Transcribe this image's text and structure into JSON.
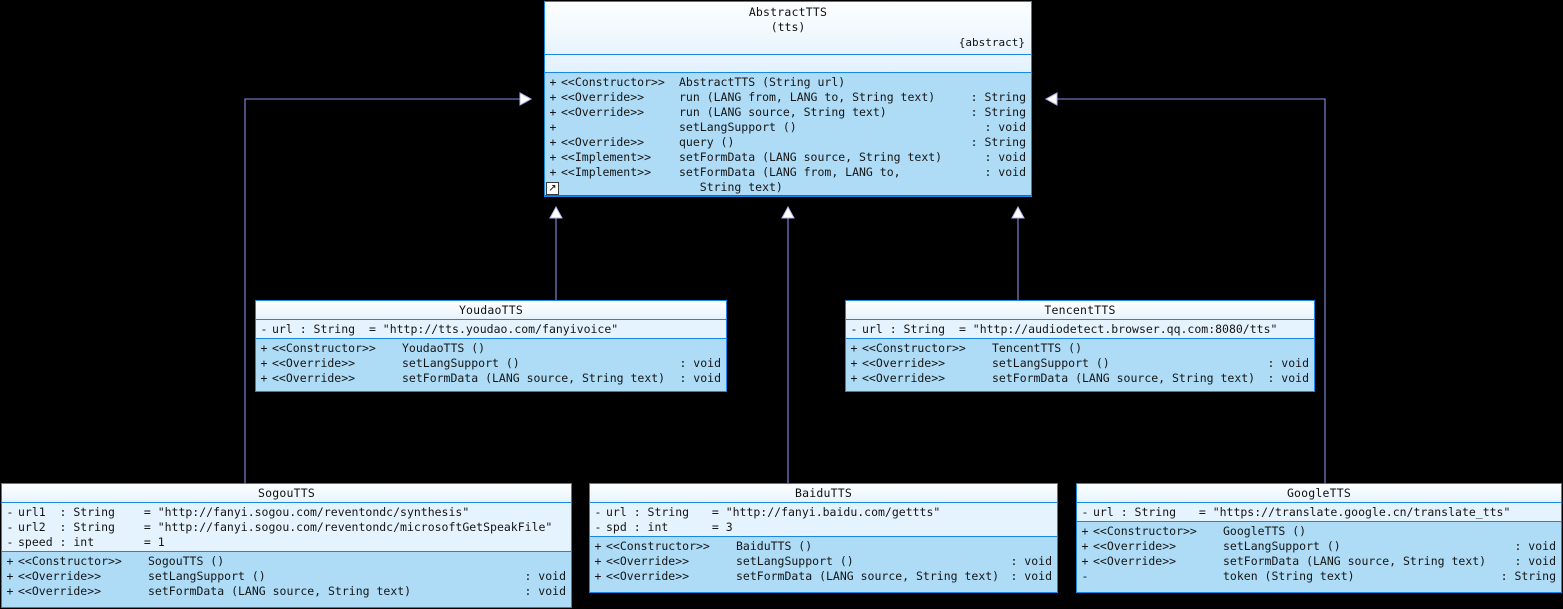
{
  "diagram": {
    "title": "AbstractTTS class hierarchy",
    "colors": {
      "background": "#000000",
      "border": "#1a87e8",
      "header_fill": "#f2f9fe",
      "attr_fill": "#e4f3fd",
      "op_fill": "#aedcf6",
      "edge": "#7a7ae0"
    }
  },
  "classes": {
    "abstract_tts": {
      "name": "AbstractTTS",
      "package": "(tts)",
      "stereotype": "{abstract}",
      "expand_icon": "expand-arrow-icon",
      "attributes": [],
      "operations": [
        {
          "vis": "+",
          "stereo": "<<Constructor>>",
          "sig": "AbstractTTS (String url)",
          "ret": ""
        },
        {
          "vis": "+",
          "stereo": "<<Override>>",
          "sig": "run (LANG from, LANG to, String text)",
          "ret": ": String"
        },
        {
          "vis": "+",
          "stereo": "<<Override>>",
          "sig": "run (LANG source, String text)",
          "ret": ": String"
        },
        {
          "vis": "+",
          "stereo": "",
          "sig": "setLangSupport ()",
          "ret": ": void"
        },
        {
          "vis": "+",
          "stereo": "<<Override>>",
          "sig": "query ()",
          "ret": ": String"
        },
        {
          "vis": "+",
          "stereo": "<<Implement>>",
          "sig": "setFormData (LANG source, String text)",
          "ret": ": void"
        },
        {
          "vis": "+",
          "stereo": "<<Implement>>",
          "sig": "setFormData (LANG from, LANG to,",
          "ret": ": void"
        },
        {
          "vis": "",
          "stereo": "",
          "sig": "   String text)",
          "ret": "",
          "continuation": true
        }
      ]
    },
    "youdao_tts": {
      "name": "YoudaoTTS",
      "attributes": [
        {
          "vis": "-",
          "sig": "url : String",
          "value": "= \"http://tts.youdao.com/fanyivoice\""
        }
      ],
      "operations": [
        {
          "vis": "+",
          "stereo": "<<Constructor>>",
          "sig": "YoudaoTTS ()",
          "ret": ""
        },
        {
          "vis": "+",
          "stereo": "<<Override>>",
          "sig": "setLangSupport ()",
          "ret": ": void"
        },
        {
          "vis": "+",
          "stereo": "<<Override>>",
          "sig": "setFormData (LANG source, String text)",
          "ret": ": void"
        }
      ]
    },
    "tencent_tts": {
      "name": "TencentTTS",
      "attributes": [
        {
          "vis": "-",
          "sig": "url : String",
          "value": "= \"http://audiodetect.browser.qq.com:8080/tts\""
        }
      ],
      "operations": [
        {
          "vis": "+",
          "stereo": "<<Constructor>>",
          "sig": "TencentTTS ()",
          "ret": ""
        },
        {
          "vis": "+",
          "stereo": "<<Override>>",
          "sig": "setLangSupport ()",
          "ret": ": void"
        },
        {
          "vis": "+",
          "stereo": "<<Override>>",
          "sig": "setFormData (LANG source, String text)",
          "ret": ": void"
        }
      ]
    },
    "sogou_tts": {
      "name": "SogouTTS",
      "attributes": [
        {
          "vis": "-",
          "sig": "url1  : String",
          "value": "= \"http://fanyi.sogou.com/reventondc/synthesis\""
        },
        {
          "vis": "-",
          "sig": "url2  : String",
          "value": "= \"http://fanyi.sogou.com/reventondc/microsoftGetSpeakFile\""
        },
        {
          "vis": "-",
          "sig": "speed : int",
          "value": "= 1"
        }
      ],
      "operations": [
        {
          "vis": "+",
          "stereo": "<<Constructor>>",
          "sig": "SogouTTS ()",
          "ret": ""
        },
        {
          "vis": "+",
          "stereo": "<<Override>>",
          "sig": "setLangSupport ()",
          "ret": ": void"
        },
        {
          "vis": "+",
          "stereo": "<<Override>>",
          "sig": "setFormData (LANG source, String text)",
          "ret": ": void"
        }
      ]
    },
    "baidu_tts": {
      "name": "BaiduTTS",
      "attributes": [
        {
          "vis": "-",
          "sig": "url : String",
          "value": "= \"http://fanyi.baidu.com/gettts\""
        },
        {
          "vis": "-",
          "sig": "spd : int",
          "value": "= 3"
        }
      ],
      "operations": [
        {
          "vis": "+",
          "stereo": "<<Constructor>>",
          "sig": "BaiduTTS ()",
          "ret": ""
        },
        {
          "vis": "+",
          "stereo": "<<Override>>",
          "sig": "setLangSupport ()",
          "ret": ": void"
        },
        {
          "vis": "+",
          "stereo": "<<Override>>",
          "sig": "setFormData (LANG source, String text)",
          "ret": ": void"
        }
      ]
    },
    "google_tts": {
      "name": "GoogleTTS",
      "attributes": [
        {
          "vis": "-",
          "sig": "url : String",
          "value": "= \"https://translate.google.cn/translate_tts\""
        }
      ],
      "operations": [
        {
          "vis": "+",
          "stereo": "<<Constructor>>",
          "sig": "GoogleTTS ()",
          "ret": ""
        },
        {
          "vis": "+",
          "stereo": "<<Override>>",
          "sig": "setLangSupport ()",
          "ret": ": void"
        },
        {
          "vis": "+",
          "stereo": "<<Override>>",
          "sig": "setFormData (LANG source, String text)",
          "ret": ": void"
        },
        {
          "vis": "-",
          "stereo": "",
          "sig": "token (String text)",
          "ret": ": String"
        }
      ]
    }
  },
  "relations": [
    {
      "from": "SogouTTS",
      "to": "AbstractTTS",
      "kind": "generalization"
    },
    {
      "from": "YoudaoTTS",
      "to": "AbstractTTS",
      "kind": "generalization"
    },
    {
      "from": "BaiduTTS",
      "to": "AbstractTTS",
      "kind": "generalization"
    },
    {
      "from": "TencentTTS",
      "to": "AbstractTTS",
      "kind": "generalization"
    },
    {
      "from": "GoogleTTS",
      "to": "AbstractTTS",
      "kind": "generalization"
    }
  ]
}
